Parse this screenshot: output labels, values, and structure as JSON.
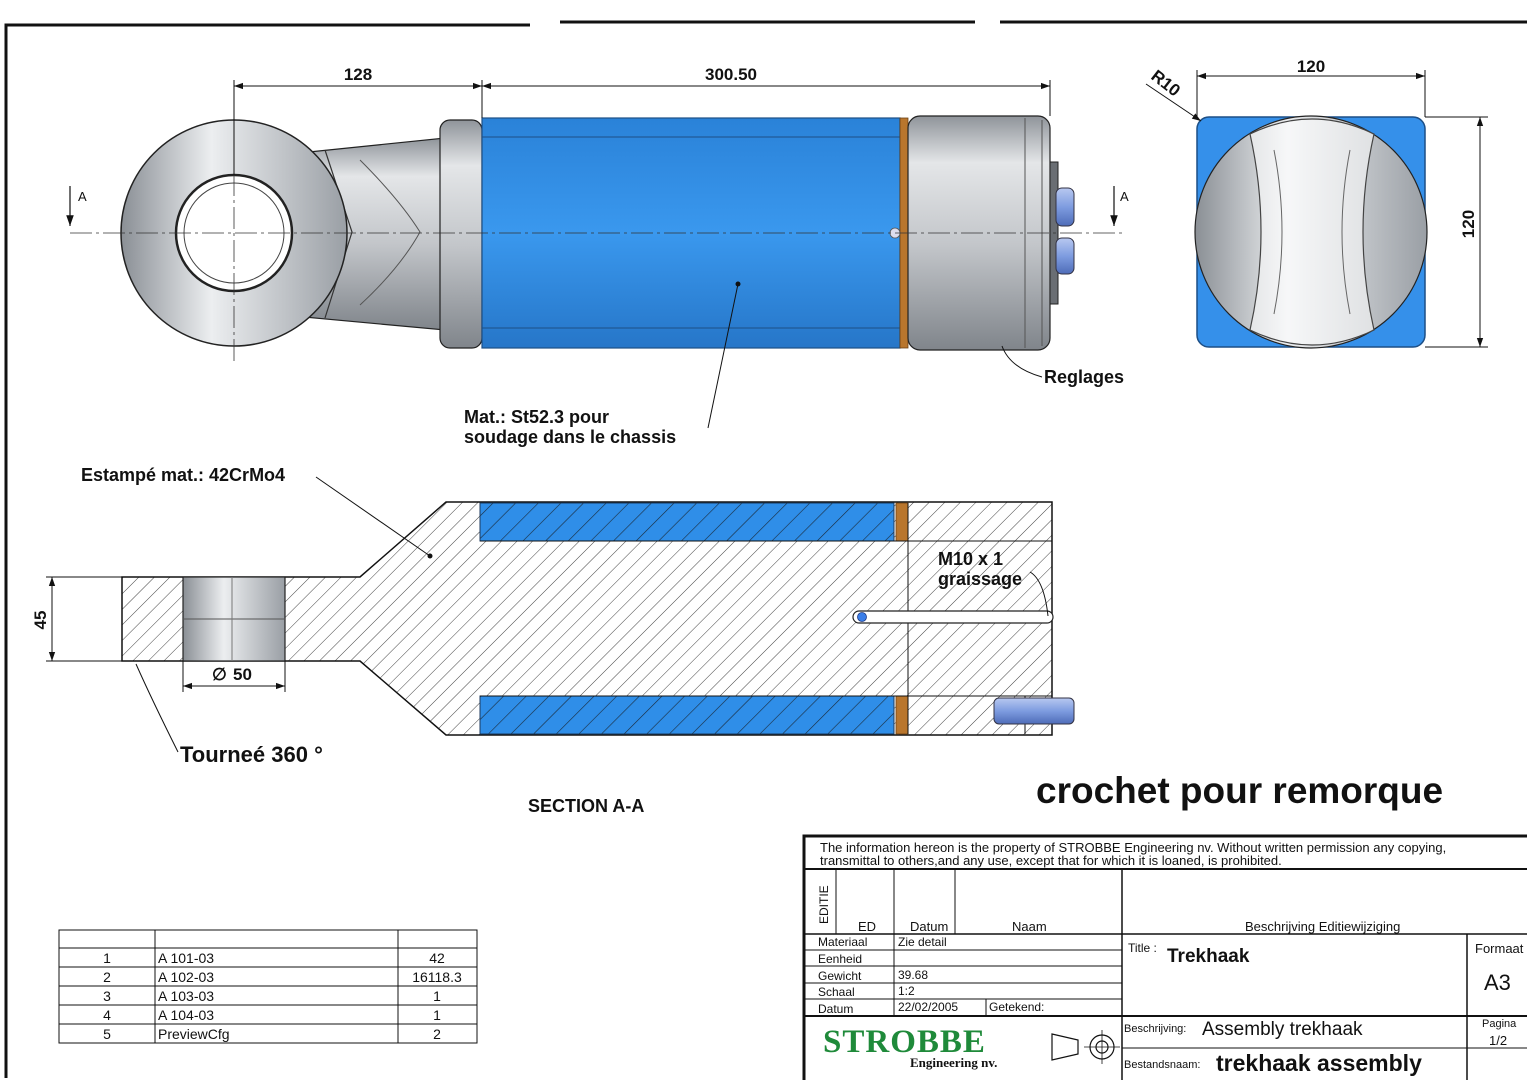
{
  "dimensions": {
    "eye_length": "128",
    "tube_length": "300.50",
    "end_width": "120",
    "end_height": "120",
    "corner_radius": "R10",
    "section_thickness": "45",
    "bore_diameter": "50",
    "diameter_symbol": "∅"
  },
  "section_marker": "A",
  "notes": {
    "reglages": "Reglages",
    "material_line1": "Mat.: St52.3 pour",
    "material_line2": "soudage dans le chassis",
    "forged": "Estampé mat.: 42CrMo4",
    "thread_line1": "M10 x 1",
    "thread_line2": "graissage",
    "turned": "Tourneé 360 °"
  },
  "section_label": "SECTION A-A",
  "drawing_title": "crochet pour remorque",
  "bom": [
    {
      "item": "1",
      "part": "A 101-03",
      "qty": "42"
    },
    {
      "item": "2",
      "part": "A 102-03",
      "qty": "16118.3"
    },
    {
      "item": "3",
      "part": "A 103-03",
      "qty": "1"
    },
    {
      "item": "4",
      "part": "A 104-03",
      "qty": "1"
    },
    {
      "item": "5",
      "part": "PreviewCfg",
      "qty": "2"
    }
  ],
  "title_block": {
    "disclaimer_line1": "The information hereon is the property of STROBBE Engineering nv. Without written permission any copying,",
    "disclaimer_line2": "transmittal to others,and any use, except that for which it is loaned, is prohibited.",
    "editie": "EDITIE",
    "col_ed": "ED",
    "col_datum": "Datum",
    "col_naam": "Naam",
    "col_beschrijving": "Beschrijving Editiewijziging",
    "materiaal_label": "Materiaal",
    "materiaal_value": "Zie detail",
    "eenheid_label": "Eenheid",
    "eenheid_value": "",
    "gewicht_label": "Gewicht",
    "gewicht_value": "39.68",
    "schaal_label": "Schaal",
    "schaal_value": "1:2",
    "datum_label": "Datum",
    "datum_value": "22/02/2005",
    "getekend_label": "Getekend:",
    "title_label": "Title :",
    "title_value": "Trekhaak",
    "formaat_label": "Formaat",
    "formaat_value": "A3",
    "beschrijving_label": "Beschrijving:",
    "beschrijving_value": "Assembly trekhaak",
    "pagina_label": "Pagina",
    "pagina_value": "1/2",
    "bestandsnaam_label": "Bestandsnaam:",
    "bestandsnaam_value": "trekhaak assembly",
    "company": "STROBBE",
    "company_sub": "Engineering nv."
  },
  "colors": {
    "tube_blue": "#2f8ee8",
    "steel_gray": "#c8cbcf",
    "bronze": "#b9762d",
    "bolt_blue": "#7e9ce0",
    "logo_green": "#1f8a3a"
  }
}
